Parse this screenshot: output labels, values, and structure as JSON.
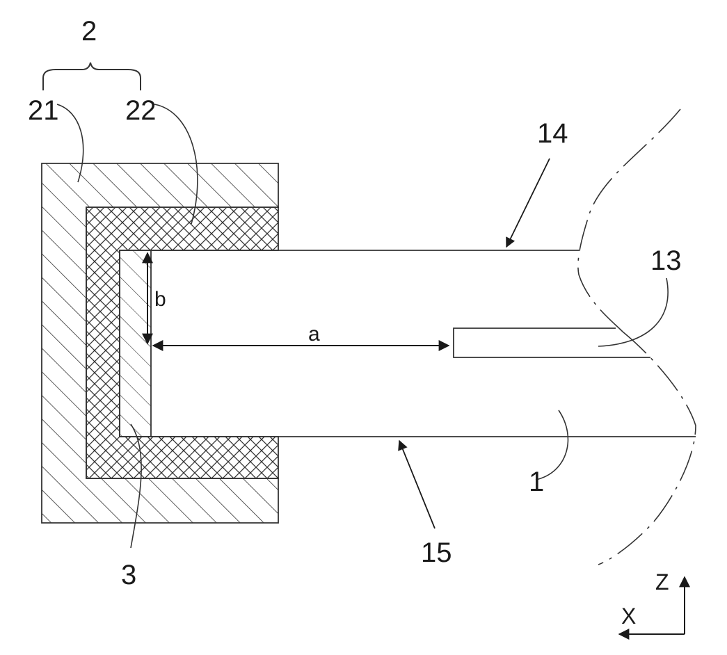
{
  "labels": {
    "assembly": "2",
    "part_outer": "21",
    "part_inner": "22",
    "upper_surface": "14",
    "end_portion": "13",
    "body": "1",
    "lower_surface": "15",
    "gap_element": "3"
  },
  "dimensions": {
    "horizontal": "a",
    "vertical": "b"
  },
  "axes": {
    "z": "Z",
    "x": "X"
  },
  "colors": {
    "line": "#333333",
    "background": "#ffffff"
  }
}
